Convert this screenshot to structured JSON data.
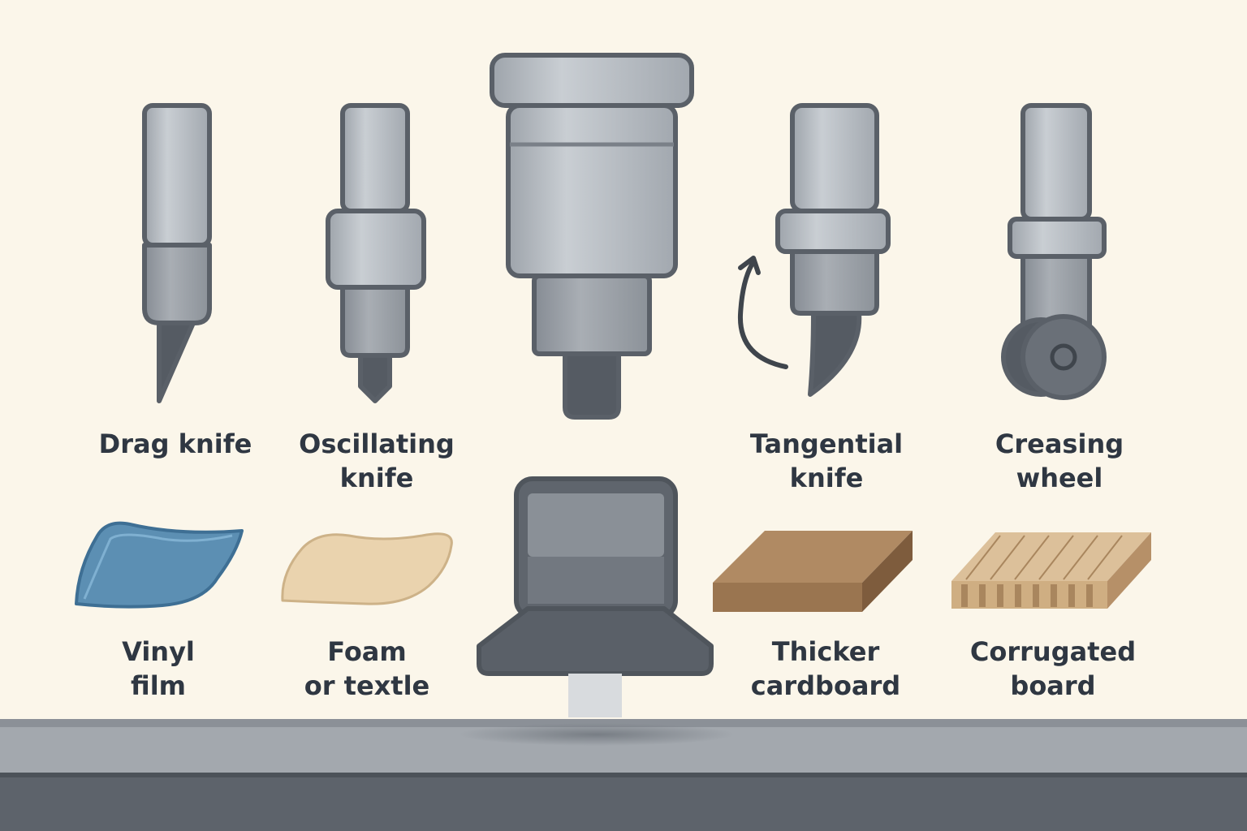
{
  "tools": [
    {
      "line1": "Drag knife",
      "line2": ""
    },
    {
      "line1": "Oscillating",
      "line2": "knife"
    },
    {
      "line1": "Tangential",
      "line2": "knife"
    },
    {
      "line1": "Creasing",
      "line2": "wheel"
    }
  ],
  "materials": [
    {
      "line1": "Vinyl",
      "line2": "film"
    },
    {
      "line1": "Foam",
      "line2": "or textle"
    },
    {
      "line1": "Thicker",
      "line2": "cardboard"
    },
    {
      "line1": "Corrugated",
      "line2": "board"
    }
  ],
  "colors": {
    "background": "#fbf6ea",
    "metal_light": "#b9bec4",
    "metal_mid": "#9aa0a7",
    "metal_dark": "#5d636b",
    "outline": "#5a6068",
    "blade": "#555b63",
    "vinyl": "#5c8fb3",
    "foam": "#ead3ae",
    "cardboard": "#b08a63",
    "corrugated": "#dcc09a",
    "table": "#9ea3a9",
    "table_dark": "#5a6068",
    "text": "#2f3742"
  },
  "icons": {
    "rotation": "rotation-arrow-icon"
  }
}
